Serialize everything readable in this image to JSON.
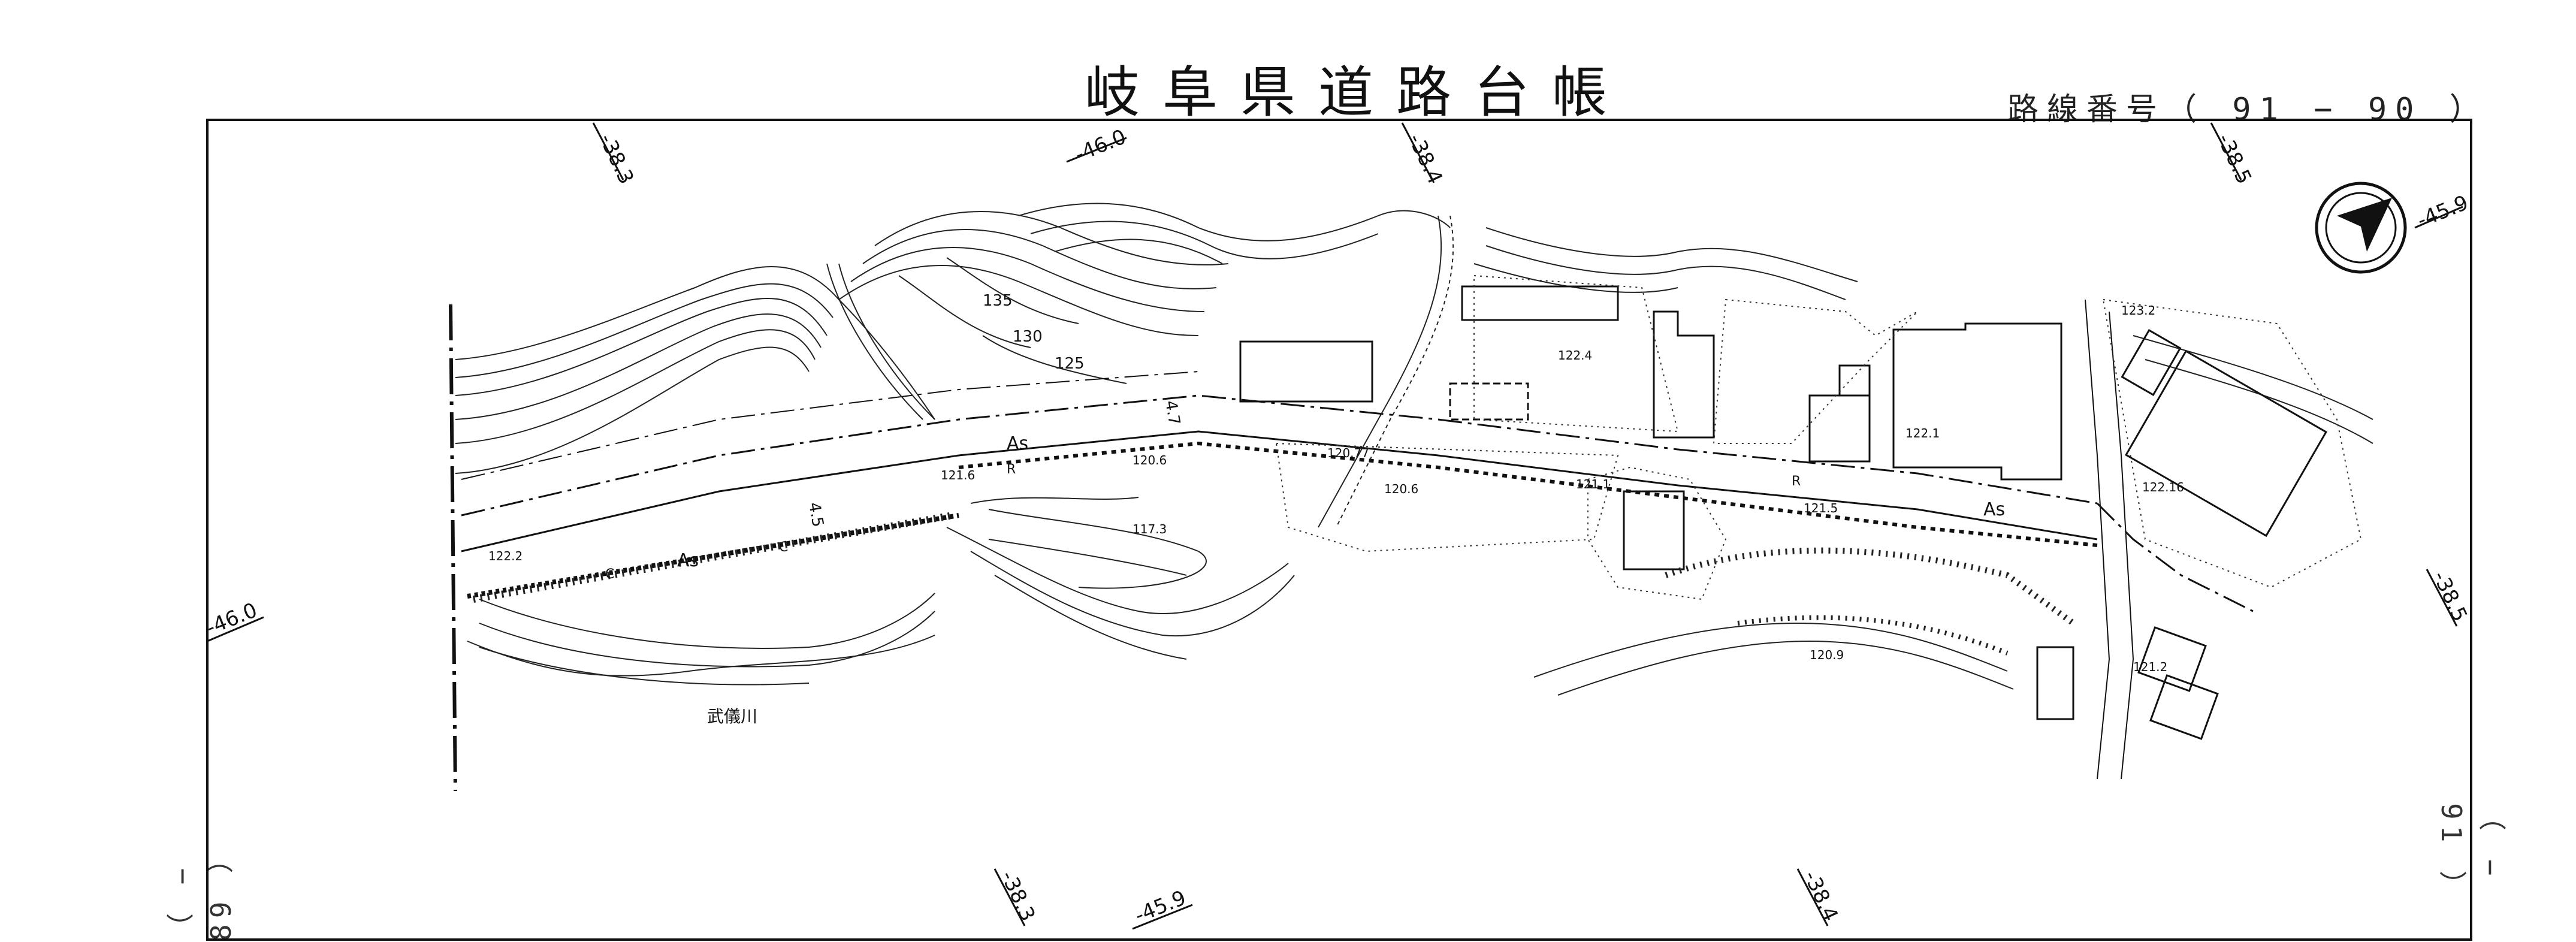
{
  "header": {
    "title": "岐阜県道路台帳",
    "route_label": "路線番号（ 91 − 90 ）"
  },
  "margin": {
    "left_sheet_ref": "（ − 89 ）",
    "right_sheet_ref": "（ − 91 ）"
  },
  "grid_coordinates": {
    "top": [
      "-38.3",
      "-46.0",
      "-38.4",
      "-38.5",
      "-45.9"
    ],
    "left": "-46.0",
    "right": "-38.5",
    "bottom": [
      "-38.3",
      "-45.9",
      "-38.4"
    ]
  },
  "contours": [
    "135",
    "130",
    "125"
  ],
  "spot_heights": [
    "122.2",
    "121.6",
    "120.6",
    "117.3",
    "120.77",
    "120.6",
    "122.4",
    "121.1",
    "121.5",
    "122.1",
    "123.2",
    "122.16",
    "120.9",
    "121.2"
  ],
  "road_marks": [
    "As",
    "As",
    "As",
    "R",
    "R",
    "C",
    "C"
  ],
  "widths": [
    "4.7",
    "4.5"
  ],
  "river_name": "武儀川",
  "north_arrow": "north-arrow-icon",
  "colors": {
    "ink": "#111111",
    "paper": "#ffffff"
  }
}
